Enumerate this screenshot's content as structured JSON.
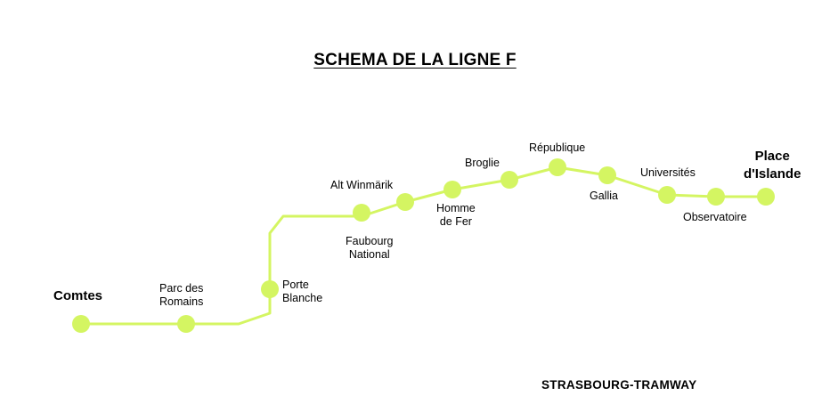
{
  "title": "SCHEMA DE LA LIGNE F",
  "footer": "STRASBOURG-TRAMWAY",
  "line_color": "#d4f562",
  "stations": {
    "comtes": [
      "Comtes"
    ],
    "parc_des_romains": [
      "Parc des",
      "Romains"
    ],
    "porte_blanche": [
      "Porte",
      "Blanche"
    ],
    "faubourg_national": [
      "Faubourg",
      "National"
    ],
    "alt_winmarik": [
      "Alt Winmärik"
    ],
    "homme_de_fer": [
      "Homme",
      "de Fer"
    ],
    "broglie": [
      "Broglie"
    ],
    "republique": [
      "République"
    ],
    "gallia": [
      "Gallia"
    ],
    "universites": [
      "Universités"
    ],
    "observatoire": [
      "Observatoire"
    ],
    "place_d_islande": [
      "Place",
      "d'Islande"
    ]
  }
}
